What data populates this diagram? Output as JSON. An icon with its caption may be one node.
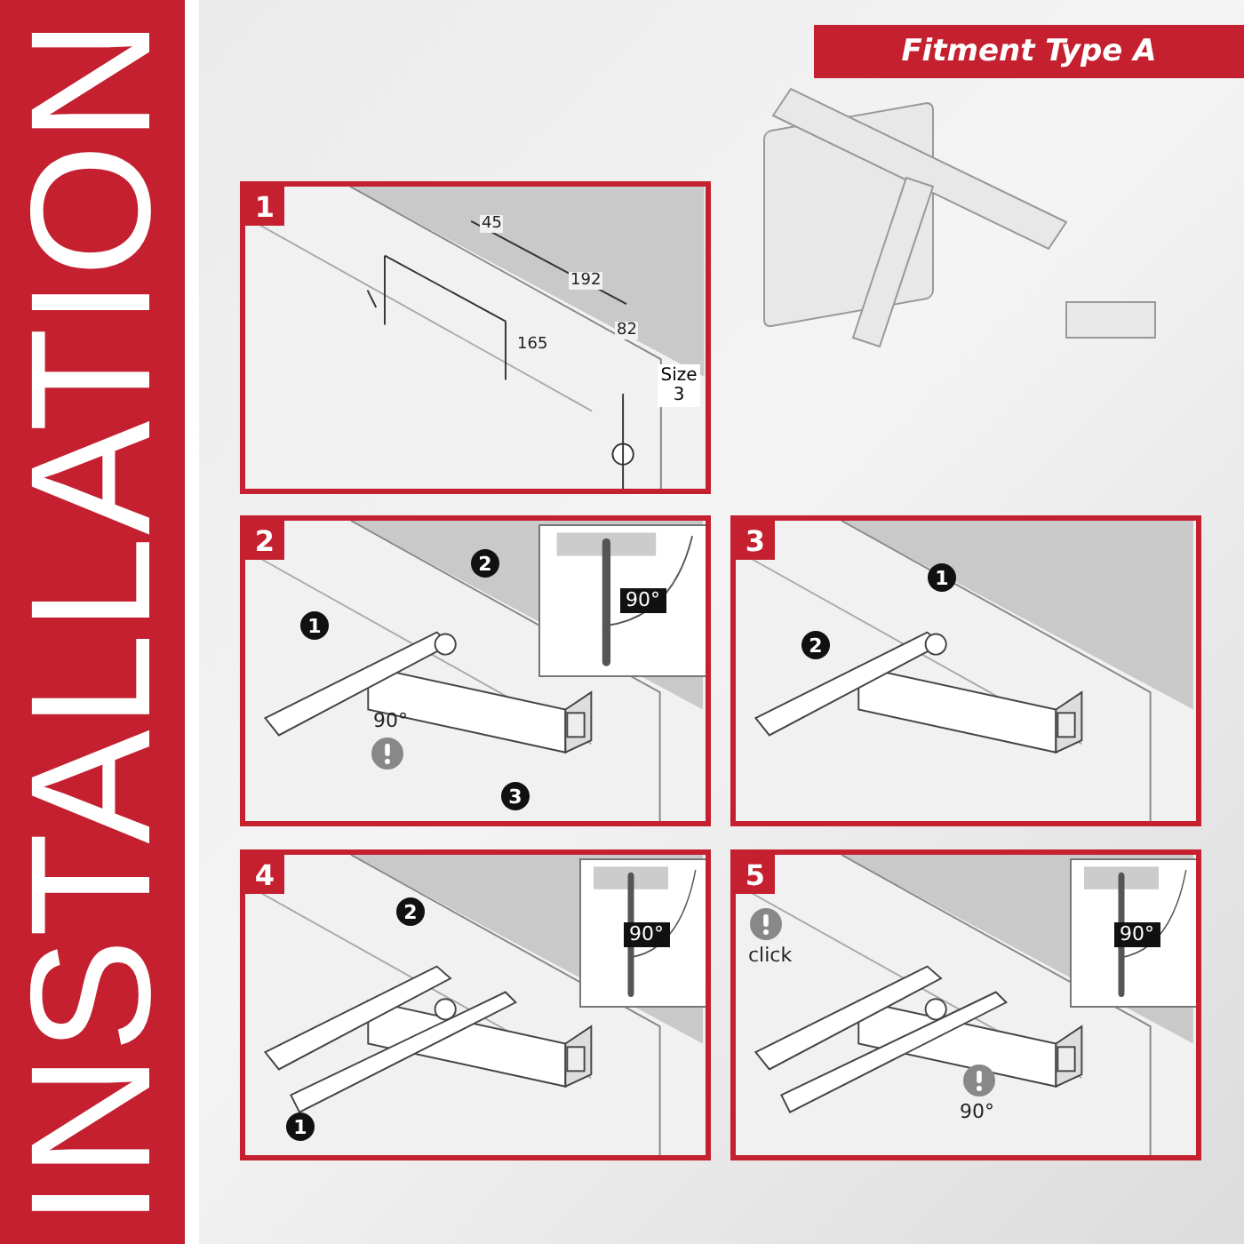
{
  "diagram": {
    "title": "INSTALLATION",
    "nodes": [
      {
        "text": [
          "1"
        ]
      },
      {
        "text": [
          "2"
        ]
      },
      {
        "text": [
          "90°"
        ],
        "in": 1
      },
      {
        "text": [
          "3"
        ]
      },
      {
        "text": [
          "4"
        ]
      },
      {
        "text": [
          "90°"
        ],
        "in": 4
      },
      {
        "text": [
          "5"
        ]
      },
      {
        "text": [
          "90°"
        ],
        "in": 6
      }
    ],
    "labels": [
      "Fitment Type A",
      "45",
      "192",
      "82",
      "165",
      "Size 3",
      "2",
      "1",
      "90°",
      "3",
      "1",
      "2",
      "2",
      "1",
      "click",
      "90°"
    ]
  }
}
